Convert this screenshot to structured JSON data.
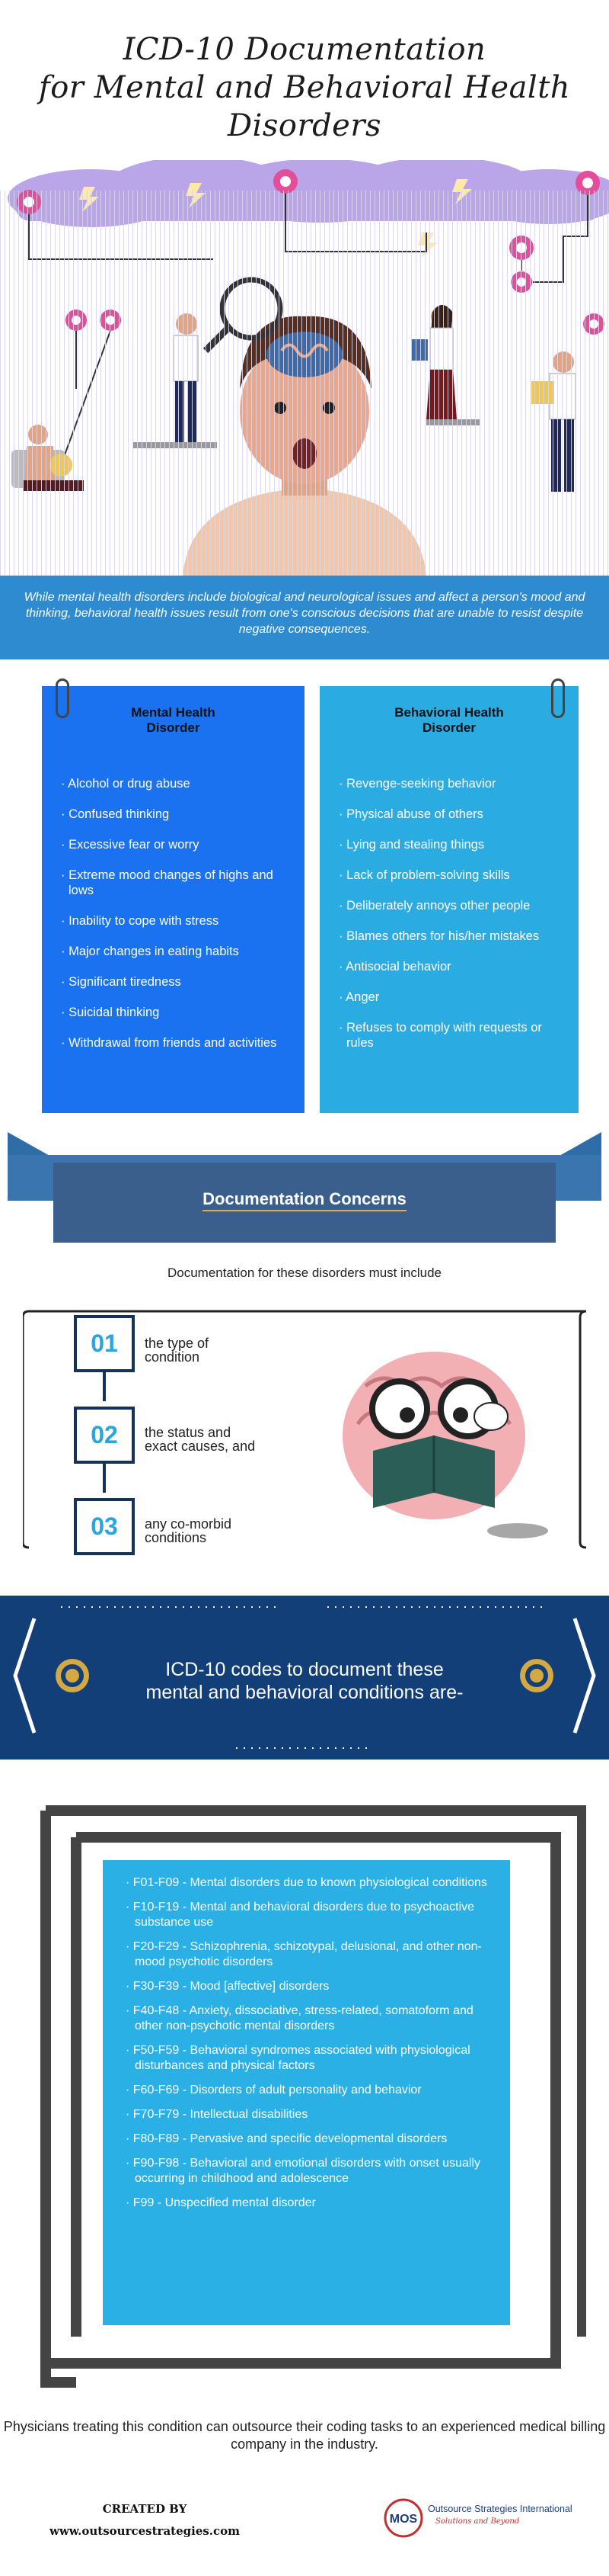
{
  "header": {
    "title_line1": "ICD-10 Documentation",
    "title_line2": "for Mental and Behavioral Health",
    "title_line3": "Disorders"
  },
  "intro": "While mental health disorders include biological and neurological issues and affect a person's mood and thinking, behavioral health issues result from one's conscious decisions that are unable to resist despite negative consequences.",
  "mental": {
    "heading_line1": "Mental Health",
    "heading_line2": "Disorder",
    "items": [
      "Alcohol or drug abuse",
      "Confused thinking",
      "Excessive fear or worry",
      "Extreme mood changes of highs and lows",
      "Inability to cope with stress",
      "Major changes in eating habits",
      "Significant tiredness",
      "Suicidal thinking",
      "Withdrawal from friends and activities"
    ]
  },
  "behavioral": {
    "heading_line1": "Behavioral Health",
    "heading_line2": "Disorder",
    "items": [
      "Revenge-seeking behavior",
      "Physical abuse of others",
      "Lying and stealing things",
      "Lack of problem-solving skills",
      "Deliberately annoys other people",
      "Blames others for his/her mistakes",
      "Antisocial behavior",
      "Anger",
      "Refuses to comply with requests or rules"
    ]
  },
  "concerns": {
    "title": "Documentation Concerns",
    "subtitle": "Documentation for these disorders must include",
    "steps": [
      {
        "num": "01",
        "line1": "the type of",
        "line2": "condition"
      },
      {
        "num": "02",
        "line1": "the status and",
        "line2": "exact causes, and"
      },
      {
        "num": "03",
        "line1": "any co-morbid",
        "line2": "conditions"
      }
    ]
  },
  "icd": {
    "line1": "ICD-10 codes to document these",
    "line2": "mental and behavioral conditions are-"
  },
  "codes": [
    "F01-F09 - Mental disorders due to known physiological conditions",
    "F10-F19 - Mental and behavioral disorders due to psychoactive substance use",
    "F20-F29 - Schizophrenia, schizotypal, delusional, and other non-mood psychotic disorders",
    "F30-F39 - Mood [affective] disorders",
    "F40-F48 - Anxiety, dissociative, stress-related, somatoform and other non-psychotic mental disorders",
    "F50-F59 - Behavioral syndromes associated with physiological disturbances and physical factors",
    "F60-F69 - Disorders of adult personality and behavior",
    "F70-F79 - Intellectual disabilities",
    "F80-F89 - Pervasive and specific developmental disorders",
    "F90-F98 - Behavioral and emotional disorders with onset usually occurring in childhood and adolescence",
    "F99 - Unspecified mental disorder"
  ],
  "footer": {
    "text": "Physicians treating this condition can outsource their coding tasks to an experienced medical billing company in the industry.",
    "created_by": "CREATED BY",
    "website": "www.outsourcestrategies.com",
    "logo_mark": "MOS",
    "brand": "Outsource Strategies International",
    "tagline": "Solutions and Beyond"
  },
  "colors": {
    "mental_column": "#1a72f0",
    "behavioral_column": "#2aace3",
    "navy": "#133f79",
    "ribbon": "#3a5f8c",
    "accent_gold": "#f0a93a"
  }
}
